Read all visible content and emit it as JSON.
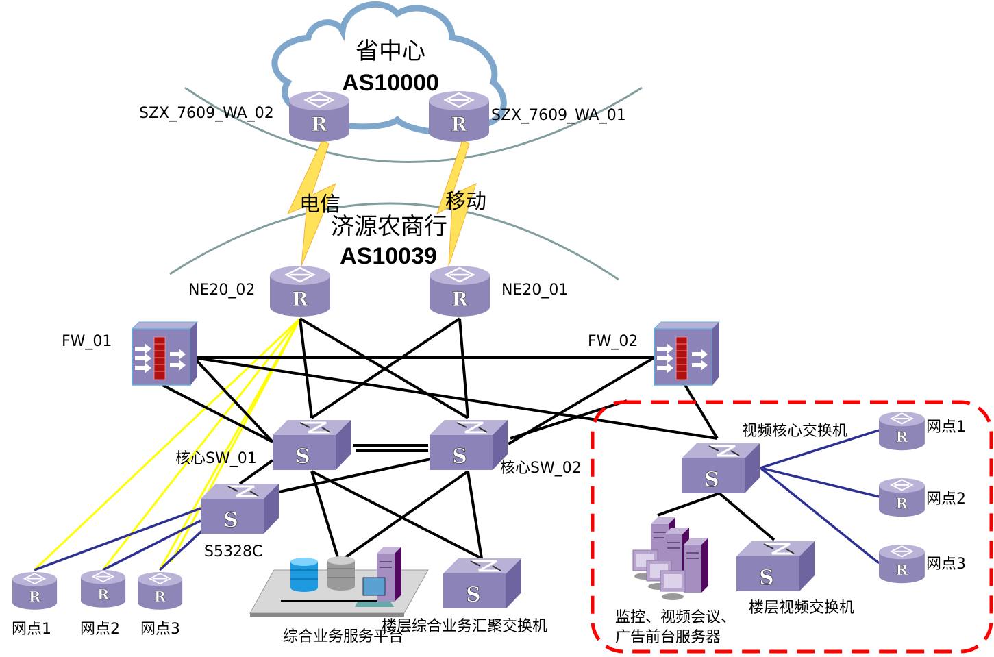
{
  "colors": {
    "link": "#000000",
    "branch_link": "#2E3192",
    "wireless_link": "#FFFF00",
    "video_zone_border": "#FF0000",
    "cloud_outline": "#7FA7CC",
    "device": "#8C84B9"
  },
  "cloud": {
    "title": "省中心",
    "as": "AS10000"
  },
  "local_domain": {
    "title": "济源农商行",
    "as": "AS10039"
  },
  "carriers": {
    "telecom": "电信",
    "mobile": "移动"
  },
  "devices": {
    "szx_02": "SZX_7609_WA_02",
    "szx_01": "SZX_7609_WA_01",
    "ne20_02": "NE20_02",
    "ne20_01": "NE20_01",
    "fw_01": "FW_01",
    "fw_02": "FW_02",
    "core_sw_01": "核心SW_01",
    "core_sw_02": "核心SW_02",
    "s5328c": "S5328C",
    "branch1": "网点1",
    "branch2": "网点2",
    "branch3": "网点3",
    "service_platform": "综合业务服务平台",
    "floor_agg_switch": "楼层综合业务汇聚交换机"
  },
  "video_zone": {
    "core_switch": "视频核心交换机",
    "branch1": "网点1",
    "branch2": "网点2",
    "branch3": "网点3",
    "servers_line1": "监控、视频会议、",
    "servers_line2": "广告前台服务器",
    "floor_switch": "楼层视频交换机"
  },
  "icons": {
    "router": "router-icon",
    "switch": "switch-icon",
    "firewall": "firewall-icon",
    "server": "server-icon",
    "database": "database-icon",
    "cloud": "cloud-icon"
  }
}
